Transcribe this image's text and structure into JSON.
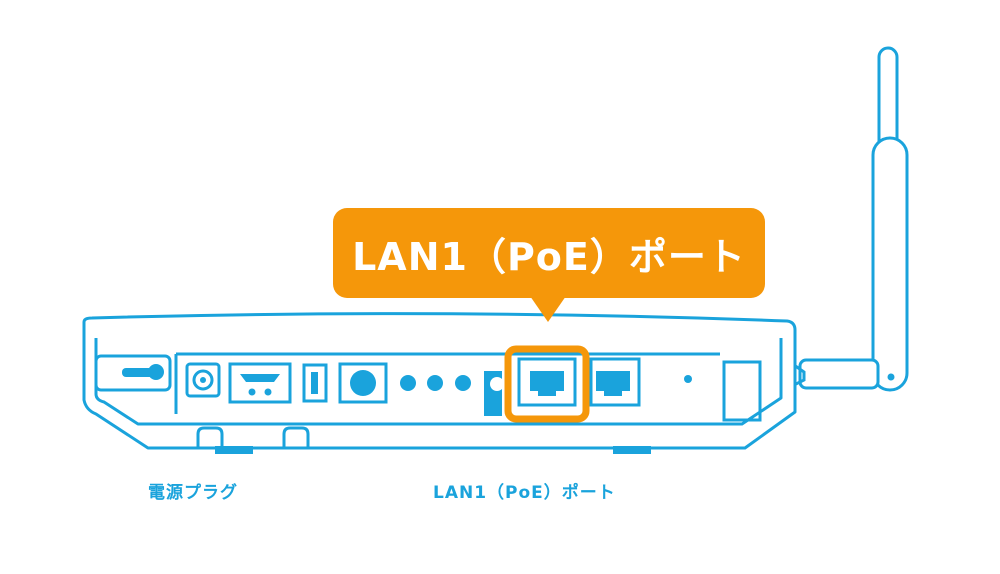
{
  "callout": {
    "text": "LAN1（PoE）ポート"
  },
  "labels": {
    "power_plug": "電源プラグ",
    "lan1_poe": "LAN1（PoE）ポート"
  },
  "colors": {
    "outline": "#1aa3dc",
    "highlight": "#f5970a",
    "background": "#ffffff"
  }
}
